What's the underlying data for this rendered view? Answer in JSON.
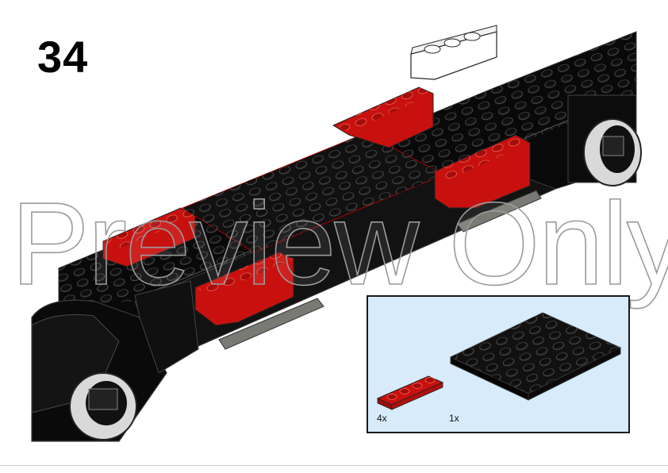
{
  "step": {
    "number": "34"
  },
  "parts_callout": {
    "items": [
      {
        "quantity": "4x",
        "part": "plate-1x4",
        "color": "#c8110f"
      },
      {
        "quantity": "1x",
        "part": "plate-6x8",
        "color": "#111111"
      }
    ],
    "background": "#d7ebfa"
  },
  "watermark": {
    "text": "Preview Only"
  },
  "colors": {
    "black_brick": "#0b0b0b",
    "red_brick": "#c8110f",
    "white_brick": "#ffffff",
    "gray_bogie": "#7a7a74"
  }
}
